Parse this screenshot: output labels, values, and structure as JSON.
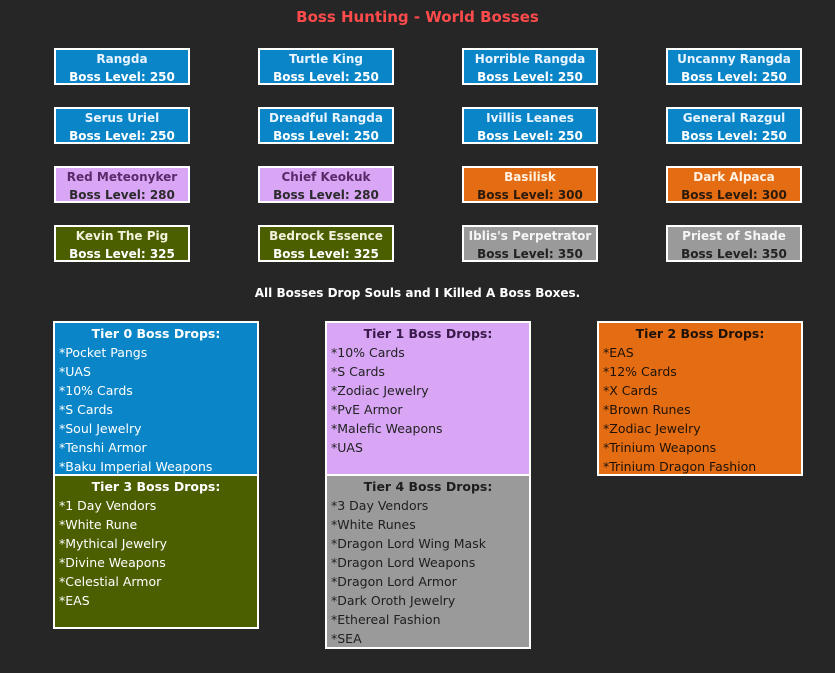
{
  "title": "Boss Hunting - World Bosses",
  "bosses": [
    {
      "name": "Rangda",
      "level": "Boss Level: 250"
    },
    {
      "name": "Turtle King",
      "level": "Boss Level: 250"
    },
    {
      "name": "Horrible Rangda",
      "level": "Boss Level: 250"
    },
    {
      "name": "Uncanny Rangda",
      "level": "Boss Level: 250"
    },
    {
      "name": "Serus Uriel",
      "level": "Boss Level: 250"
    },
    {
      "name": "Dreadful Rangda",
      "level": "Boss Level: 250"
    },
    {
      "name": "Ivillis Leanes",
      "level": "Boss Level: 250"
    },
    {
      "name": "General Razgul",
      "level": "Boss Level: 250"
    },
    {
      "name": "Red Meteonyker",
      "level": "Boss Level: 280"
    },
    {
      "name": "Chief Keokuk",
      "level": "Boss Level: 280"
    },
    {
      "name": "Basilisk",
      "level": "Boss Level: 300"
    },
    {
      "name": "Dark Alpaca",
      "level": "Boss Level: 300"
    },
    {
      "name": "Kevin The Pig",
      "level": "Boss Level: 325"
    },
    {
      "name": "Bedrock Essence",
      "level": "Boss Level: 325"
    },
    {
      "name": "Iblis's Perpetrator",
      "level": "Boss Level: 350"
    },
    {
      "name": "Priest of Shade",
      "level": "Boss Level: 350"
    }
  ],
  "note": "All Bosses Drop Souls and I Killed A Boss Boxes.",
  "tiers": [
    {
      "title": "Tier 0 Boss Drops:",
      "items": [
        "*Pocket Pangs",
        "*UAS",
        "*10% Cards",
        "*S Cards",
        "*Soul Jewelry",
        "*Tenshi Armor",
        "*Baku Imperial Weapons"
      ]
    },
    {
      "title": "Tier 1 Boss Drops:",
      "items": [
        "*10% Cards",
        "*S Cards",
        "*Zodiac Jewelry",
        "*PvE Armor",
        "*Malefic Weapons",
        "*UAS"
      ]
    },
    {
      "title": "Tier 2 Boss Drops:",
      "items": [
        "*EAS",
        "*12% Cards",
        "*X Cards",
        "*Brown Runes",
        "*Zodiac Jewelry",
        "*Trinium Weapons",
        "*Trinium Dragon Fashion"
      ]
    },
    {
      "title": "Tier 3 Boss Drops:",
      "items": [
        "*1 Day Vendors",
        "*White Rune",
        "*Mythical Jewelry",
        "*Divine Weapons",
        "*Celestial Armor",
        "*EAS"
      ]
    },
    {
      "title": "Tier 4 Boss Drops:",
      "items": [
        "*3 Day Vendors",
        "*White Runes",
        "*Dragon Lord Wing Mask",
        "*Dragon Lord Weapons",
        "*Dragon Lord Armor",
        "*Dark Oroth Jewelry",
        "*Ethereal Fashion",
        "*SEA"
      ]
    }
  ],
  "colors": {
    "blue": "#0a86c8",
    "purple": "#d8a6f5",
    "orange": "#e46d14",
    "olive": "#4b5e00",
    "gray": "#9a9a9a",
    "title_red": "#ff4b4b",
    "background": "#262626"
  }
}
